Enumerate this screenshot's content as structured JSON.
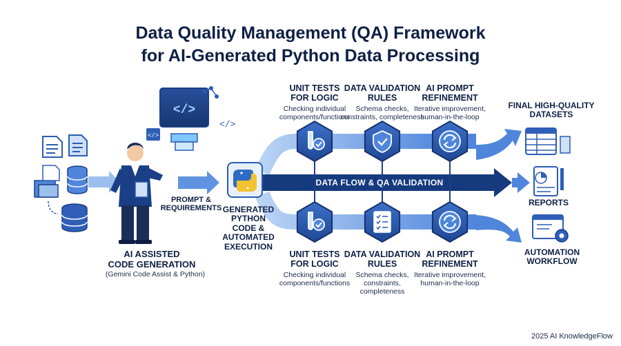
{
  "title_line1": "Data Quality Management (QA) Framework",
  "title_line2": "for AI-Generated Python Data Processing",
  "prompt_label": "PROMPT &\nREQUIREMENTS",
  "ai_assist": {
    "title": "AI ASSISTED\nCODE GENERATION",
    "subtitle": "(Gemini Code Assist & Python)"
  },
  "generated_code": "GENERATED\nPYTHON\nCODE &\nAUTOMATED\nEXECUTION",
  "data_flow_label": "DATA FLOW & QA VALIDATION",
  "top_row": [
    {
      "title": "UNIT TESTS\nFOR LOGIC",
      "desc": "Checking individual\ncomponents/functions",
      "icon": "test-tube-check-icon"
    },
    {
      "title": "DATA VALIDATION\nRULES",
      "desc": "Schema checks,\nconstraints, completeness",
      "icon": "shield-check-icon"
    },
    {
      "title": "AI PROMPT\nREFINEMENT",
      "desc": "Iterative improvement,\nhuman-in-the-loop",
      "icon": "refresh-icon"
    }
  ],
  "bottom_row": [
    {
      "title": "UNIT TESTS\nFOR LOGIC",
      "desc": "Checking individual\ncomponents/functions",
      "icon": "test-tube-check-icon"
    },
    {
      "title": "DATA VALIDATION\nRULES",
      "desc": "Schema checks,\nconstraints,\ncompleteness",
      "icon": "checklist-icon"
    },
    {
      "title": "AI PROMPT\nREFINEMENT",
      "desc": "Iterative improvement,\nhuman-in-the-loop",
      "icon": "refresh-icon"
    }
  ],
  "outputs": [
    {
      "title": "FINAL HIGH-QUALITY\nDATASETS",
      "icon": "dataset-table-icon"
    },
    {
      "title": "REPORTS",
      "icon": "report-chart-icon"
    },
    {
      "title": "AUTOMATION\nWORKFLOW",
      "icon": "automation-gear-icon"
    }
  ],
  "footer": "2025 AI KnowledgeFlow",
  "colors": {
    "navy": "#0e1f44",
    "hex_fill": "#2f5fb8",
    "hex_dark": "#1e3f86",
    "flow_arrow": "#5f93df",
    "light_arrow": "#9cc0ee",
    "band": "#163a7e"
  }
}
